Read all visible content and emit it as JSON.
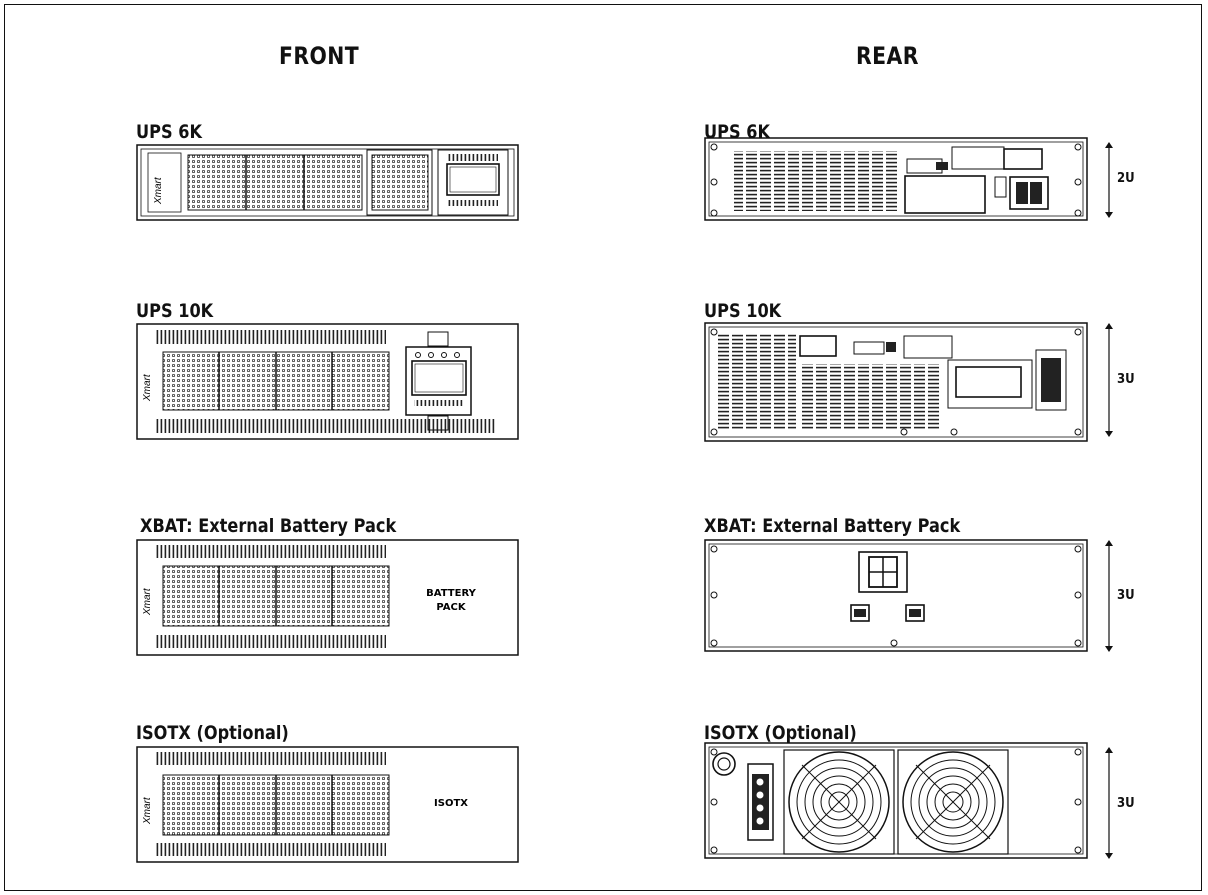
{
  "columns": {
    "front": "FRONT",
    "rear": "REAR"
  },
  "units": [
    {
      "front_label": "UPS 6K",
      "rear_label": "UPS 6K",
      "rack_units": "2U"
    },
    {
      "front_label": "UPS 10K",
      "rear_label": "UPS 10K",
      "rack_units": "3U"
    },
    {
      "front_label": "XBAT: External Battery Pack",
      "rear_label": "XBAT: External Battery Pack",
      "rack_units": "3U",
      "front_text": [
        "BATTERY",
        "PACK"
      ]
    },
    {
      "front_label": "ISOTX (Optional)",
      "rear_label": "ISOTX (Optional)",
      "rack_units": "3U",
      "front_text": [
        "ISOTX"
      ]
    }
  ],
  "logo_text": "Xmart",
  "icons": [
    "mesh-grille-icon",
    "lcd-panel-icon",
    "cooling-fan-icon",
    "power-connector-icon",
    "terminal-block-icon",
    "breaker-icon"
  ]
}
